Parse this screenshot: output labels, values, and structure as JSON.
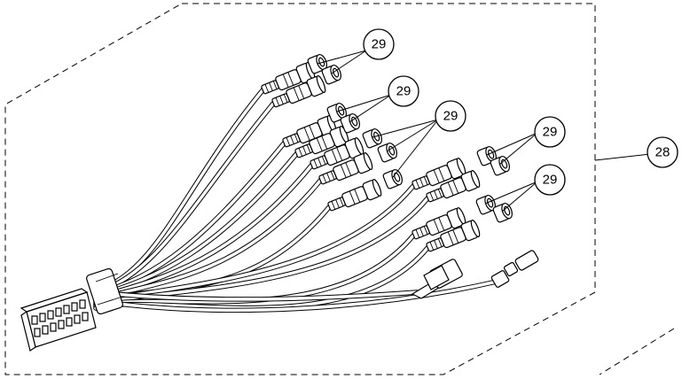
{
  "callouts": {
    "c1": "29",
    "c2": "29",
    "c3": "29",
    "c4": "29",
    "c5": "29",
    "assembly": "28"
  },
  "figure": {
    "boundary": "dashed-outline",
    "subject": "wire-harness-with-rca-connectors",
    "colors": {
      "line": "#000000",
      "background": "#ffffff"
    }
  }
}
